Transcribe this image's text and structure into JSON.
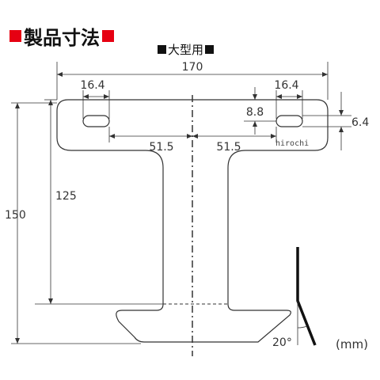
{
  "title": {
    "text": "製品寸法"
  },
  "subtitle": {
    "text": "大型用"
  },
  "unit": "(mm)",
  "brand": "hirochi",
  "dimensions": {
    "total_width": "170",
    "slot_width_left": "16.4",
    "slot_width_right": "16.4",
    "slot_offset_top": "8.8",
    "slot_height": "6.4",
    "slot_center_left": "51.5",
    "slot_center_right": "51.5",
    "neck_height": "125",
    "total_height": "150",
    "bend_angle": "20°"
  }
}
